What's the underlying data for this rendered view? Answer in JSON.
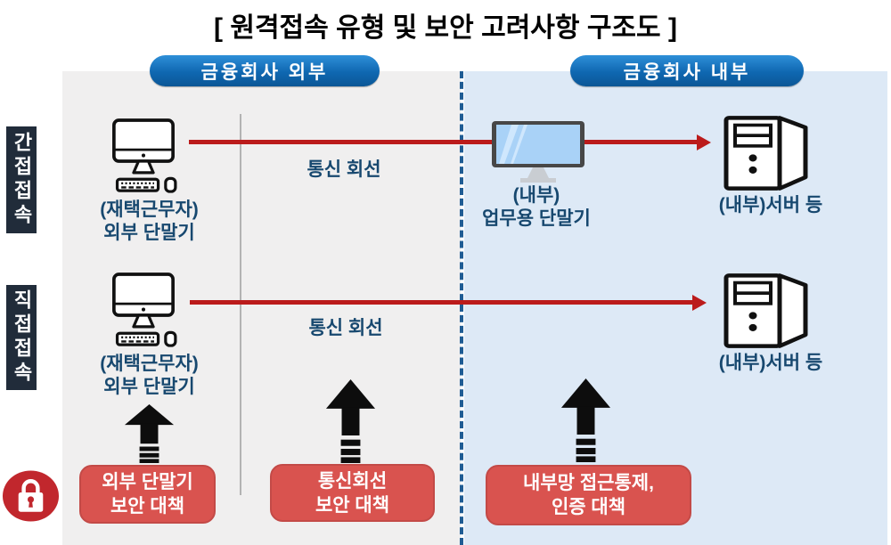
{
  "title": "[ 원격접속 유형 및 보안 고려사항 구조도 ]",
  "zones": {
    "external_label": "금융회사 외부",
    "internal_label": "금융회사 내부"
  },
  "rows": [
    {
      "type_label": "간접접속",
      "source_label_line1": "(재택근무자)",
      "source_label_line2": "외부 단말기",
      "link_label": "통신 회선",
      "relay_label_line1": "(내부)",
      "relay_label_line2": "업무용 단말기",
      "target_label": "(내부)서버 등"
    },
    {
      "type_label": "직접접속",
      "source_label_line1": "(재택근무자)",
      "source_label_line2": "외부 단말기",
      "link_label": "통신 회선",
      "target_label": "(내부)서버 등"
    }
  ],
  "measures": [
    {
      "line1": "외부 단말기",
      "line2": "보안 대책"
    },
    {
      "line1": "통신회선",
      "line2": "보안 대책"
    },
    {
      "line1": "내부망 접근통제,",
      "line2": "인증 대책"
    }
  ],
  "icons": {
    "external_terminal": "desktop-computer-icon",
    "internal_terminal": "monitor-icon",
    "server": "server-tower-icon",
    "measure_arrow": "up-arrow-icon",
    "security": "lock-icon"
  },
  "colors": {
    "zone_external_bg": "#f0efef",
    "zone_internal_bg": "#dde9f6",
    "zone_divider": "#1f5c94",
    "pill_bg": "#0f67b1",
    "type_box_bg": "#212c3a",
    "connection_line": "#bb1b1b",
    "node_label_text": "#17486f",
    "measure_bg": "#d9534f",
    "measure_border": "#c34a47",
    "black_arrow": "#0d0d0d",
    "lock_bg": "#c1272d"
  }
}
